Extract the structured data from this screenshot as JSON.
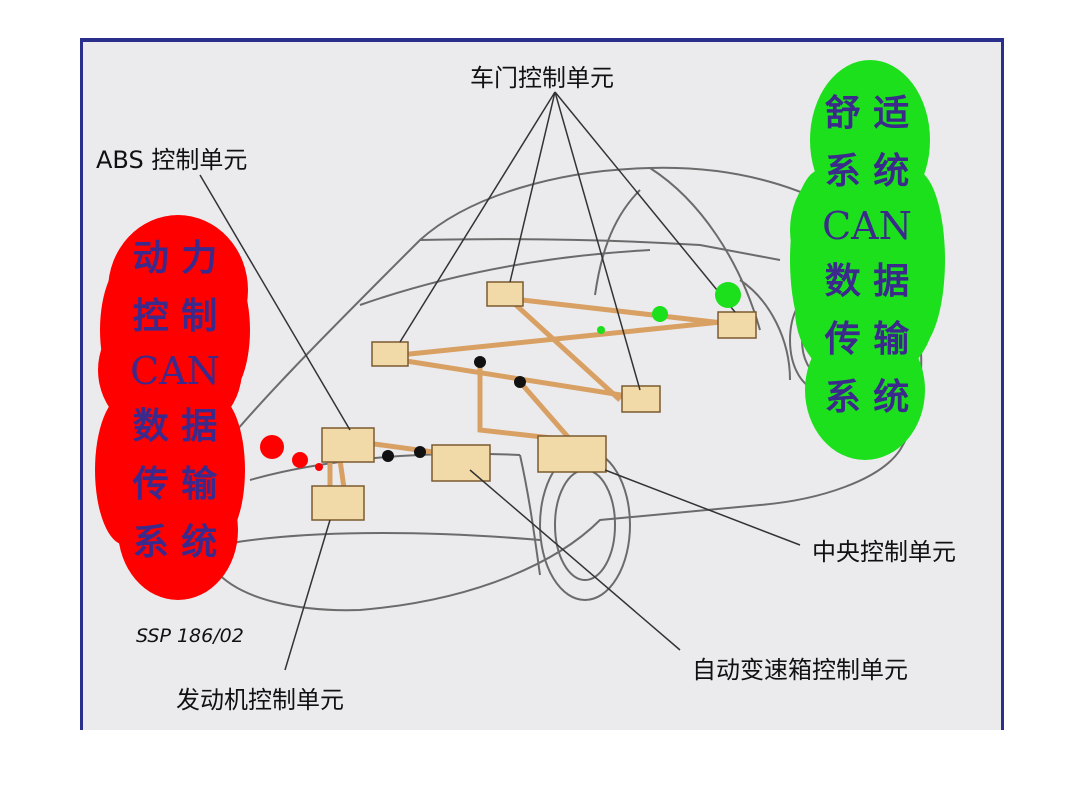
{
  "labels": {
    "door": "车门控制单元",
    "abs": "ABS 控制单元",
    "central": "中央控制单元",
    "transmission": "自动变速箱控制单元",
    "engine": "发动机控制单元",
    "ssp": "SSP 186/02"
  },
  "power_can": {
    "lines": [
      "动 力",
      "控 制",
      "CAN",
      "数 据",
      "传 输",
      "系 统"
    ],
    "color": "#ff0000"
  },
  "comfort_can": {
    "lines": [
      "舒 适",
      "系 统",
      "CAN",
      "数 据",
      "传 输",
      "系 统"
    ],
    "color": "#00e600"
  },
  "colors": {
    "frame_border": "#2a2f8c",
    "harness": "#d9a064",
    "module_fill": "#f2d9a8",
    "text_purple": "#3b2a8c"
  }
}
